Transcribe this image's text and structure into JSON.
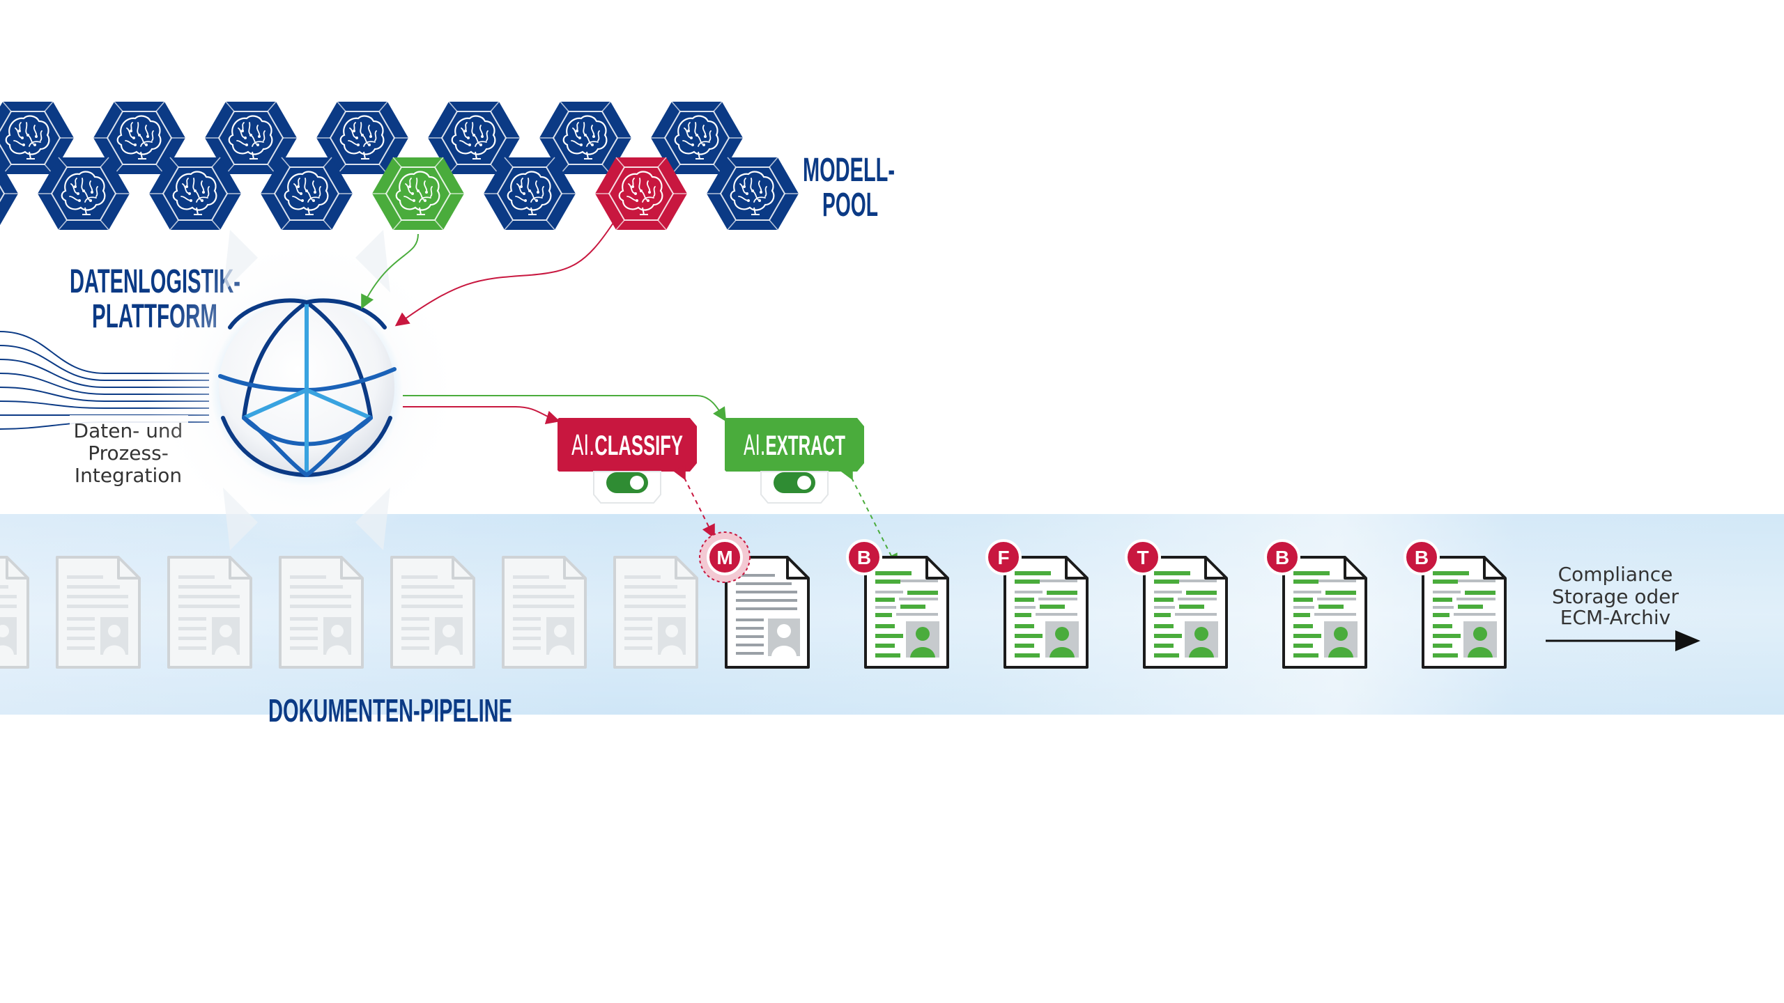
{
  "colors": {
    "navy": "#0b3a85",
    "green": "#4aac3c",
    "red": "#c8173f",
    "band": "#d3e9f8",
    "docGray": "#cfd3d6"
  },
  "model_pool": {
    "title_line1": "MODELL-",
    "title_line2": "POOL",
    "tile_icon": "brain-icon",
    "active_green": "brain-icon",
    "active_red": "brain-icon"
  },
  "platform": {
    "title_line1": "DATENLOGISTIK-",
    "title_line2": "PLATTFORM",
    "icon": "globe-network-icon"
  },
  "integration": {
    "line1": "Daten- und",
    "line2": "Prozess-",
    "line3": "Integration"
  },
  "modules": [
    {
      "prefix": "AI.",
      "name": "CLASSIFY",
      "color": "#c8173f",
      "enabled": true
    },
    {
      "prefix": "AI.",
      "name": "EXTRACT",
      "color": "#4aac3c",
      "enabled": true
    }
  ],
  "pipeline": {
    "title": "DOKUMENTEN-PIPELINE",
    "doc_badges": [
      "M",
      "B",
      "F",
      "T",
      "B",
      "B"
    ]
  },
  "output": {
    "line1": "Compliance",
    "line2": "Storage oder",
    "line3": "ECM-Archiv"
  }
}
